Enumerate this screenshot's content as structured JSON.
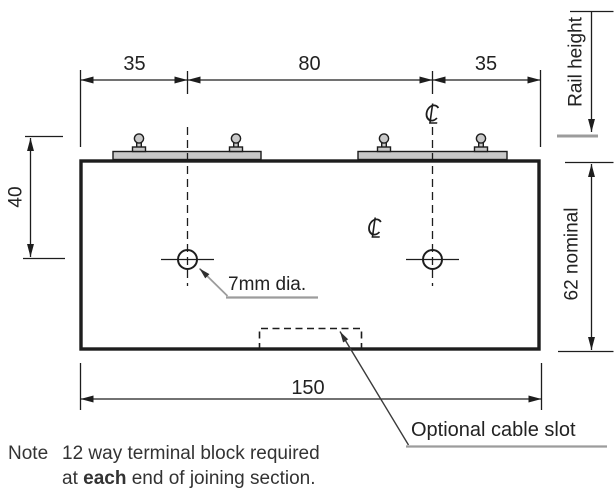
{
  "colors": {
    "background": "#ffffff",
    "line": "#1d1d1d",
    "text": "#222222",
    "note_text": "#333333",
    "rail_fill": "#c9c9c9",
    "gray_accent": "#9c9c9c"
  },
  "dimensions": {
    "top_left_span": "35",
    "top_center_span": "80",
    "top_right_span": "35",
    "left_height": "40",
    "overall_width": "150",
    "block_height": "62 nominal",
    "rail_height": "Rail height"
  },
  "labels": {
    "hole_diameter": "7mm dia.",
    "cable_slot": "Optional cable slot"
  },
  "icons": {
    "centerline_symbol": "℄"
  },
  "note": {
    "heading": "Note",
    "line1": "12 way terminal block required",
    "line2_prefix": "at ",
    "line2_bold": "each",
    "line2_suffix": " end of joining section."
  }
}
